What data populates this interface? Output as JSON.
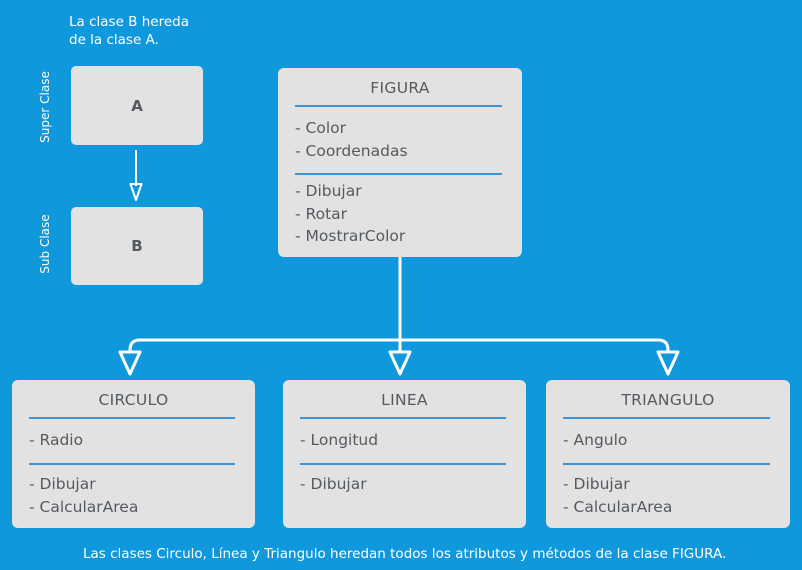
{
  "note_top": [
    "La clase B hereda",
    "de la clase A."
  ],
  "super_label": "Super Clase",
  "sub_label": "Sub Clase",
  "class_a": "A",
  "class_b": "B",
  "figura": {
    "name": "FIGURA",
    "attributes": [
      "- Color",
      "- Coordenadas"
    ],
    "methods": [
      "- Dibujar",
      "- Rotar",
      "- MostrarColor"
    ]
  },
  "circulo": {
    "name": "CIRCULO",
    "attributes": [
      "- Radio"
    ],
    "methods": [
      "- Dibujar",
      "- CalcularArea"
    ]
  },
  "linea": {
    "name": "LINEA",
    "attributes": [
      "- Longitud"
    ],
    "methods": [
      "- Dibujar"
    ]
  },
  "triangulo": {
    "name": "TRIANGULO",
    "attributes": [
      "- Angulo"
    ],
    "methods": [
      "- Dibujar",
      "- CalcularArea"
    ]
  },
  "note_bottom": "Las clases Circulo, Línea y Triangulo heredan todos los atributos y métodos de la clase FIGURA."
}
